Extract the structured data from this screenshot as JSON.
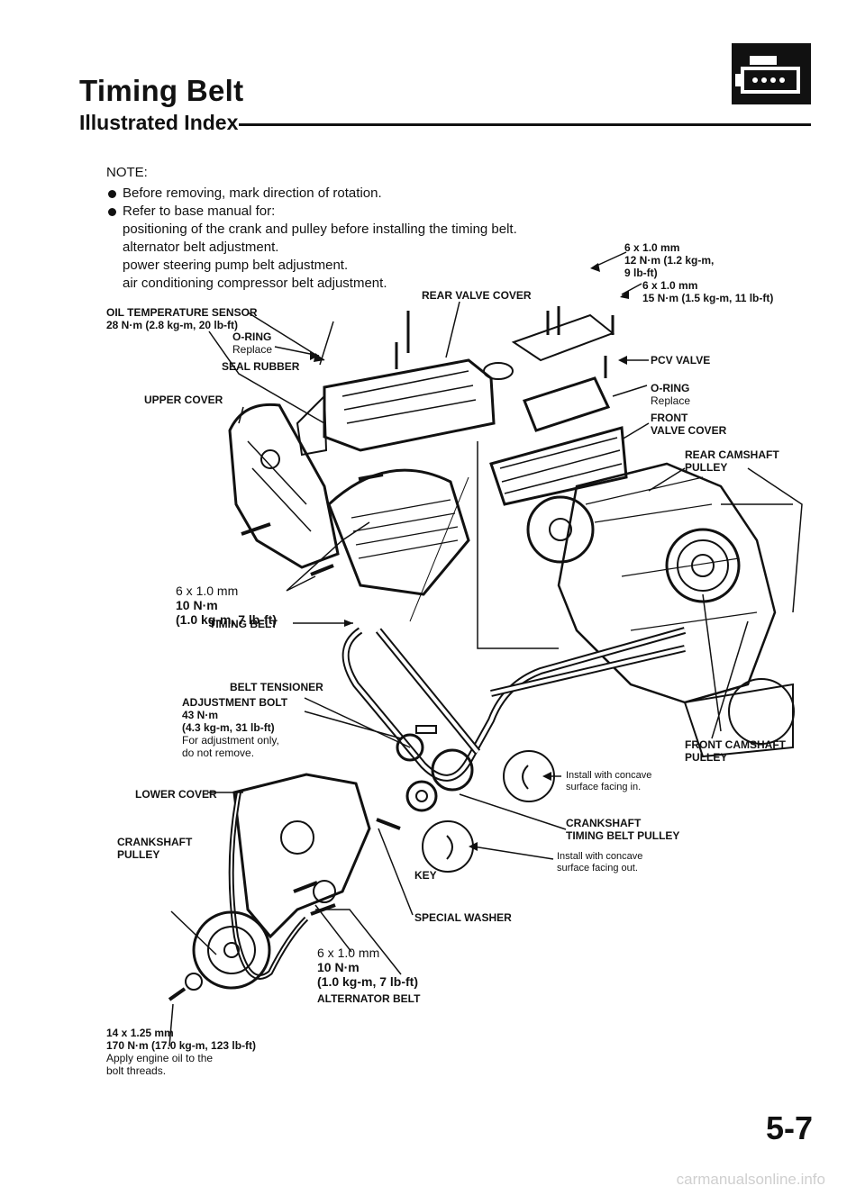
{
  "header": {
    "title": "Timing Belt",
    "subtitle": "Illustrated Index"
  },
  "note": {
    "heading": "NOTE:",
    "bullet_1": "Before removing, mark direction of rotation.",
    "bullet_2": "Refer to base manual for:",
    "sub_items": [
      "positioning of the crank and pulley before installing the timing belt.",
      "alternator belt adjustment.",
      "power steering pump belt adjustment.",
      "air conditioning compressor belt adjustment."
    ]
  },
  "labels": {
    "bolt_top": {
      "size": "6 x 1.0 mm",
      "torque_1": "12 N·m (1.2 kg-m,",
      "torque_2": "9 lb-ft)"
    },
    "bolt_top2": {
      "size": "6 x 1.0 mm",
      "torque": "15 N·m (1.5 kg-m, 11 lb-ft)"
    },
    "rear_valve_cover": "REAR VALVE COVER",
    "oil_temp_sensor": {
      "name": "OIL TEMPERATURE SENSOR",
      "torque": "28 N·m (2.8 kg-m, 20 lb-ft)"
    },
    "o_ring_left": {
      "name": "O-RING",
      "note": "Replace"
    },
    "seal_rubber": "SEAL RUBBER",
    "pcv_valve": "PCV VALVE",
    "o_ring_right": {
      "name": "O-RING",
      "note": "Replace"
    },
    "front_valve_cover": {
      "line1": "FRONT",
      "line2": "VALVE COVER"
    },
    "upper_cover": "UPPER COVER",
    "rear_camshaft_pulley": {
      "line1": "REAR CAMSHAFT",
      "line2": "PULLEY"
    },
    "bolt_mid": {
      "size": "6 x 1.0 mm",
      "torque_1": "10 N·m",
      "torque_2": "(1.0 kg-m, 7 lb-ft)"
    },
    "timing_belt": "TIMING BELT",
    "belt_tensioner": "BELT TENSIONER",
    "adjustment_bolt": {
      "name": "ADJUSTMENT BOLT",
      "torque_1": "43 N·m",
      "torque_2": "(4.3 kg-m, 31 lb-ft)",
      "note_1": "For adjustment only,",
      "note_2": "do not remove."
    },
    "front_camshaft_pulley": {
      "line1": "FRONT CAMSHAFT",
      "line2": "PULLEY"
    },
    "concave_in": {
      "line1": "Install with concave",
      "line2": "surface facing in."
    },
    "lower_cover": "LOWER COVER",
    "crankshaft_timing_pulley": {
      "line1": "CRANKSHAFT",
      "line2": "TIMING BELT PULLEY"
    },
    "concave_out": {
      "line1": "Install with concave",
      "line2": "surface facing out."
    },
    "crankshaft_pulley": {
      "line1": "CRANKSHAFT",
      "line2": "PULLEY"
    },
    "key": "KEY",
    "special_washer": "SPECIAL WASHER",
    "bolt_bottom": {
      "size": "6 x 1.0 mm",
      "torque_1": "10 N·m",
      "torque_2": "(1.0 kg-m, 7 lb-ft)"
    },
    "alternator_belt": "ALTERNATOR BELT",
    "crank_bolt": {
      "size": "14 x 1.25 mm",
      "torque": "170 N·m (17.0 kg-m, 123 lb-ft)",
      "note_1": "Apply engine oil to the",
      "note_2": "bolt threads."
    }
  },
  "footer": {
    "page_number": "5-7",
    "watermark": "carmanualsonline.info"
  },
  "icons": {
    "section_icon": "engine-icon"
  }
}
